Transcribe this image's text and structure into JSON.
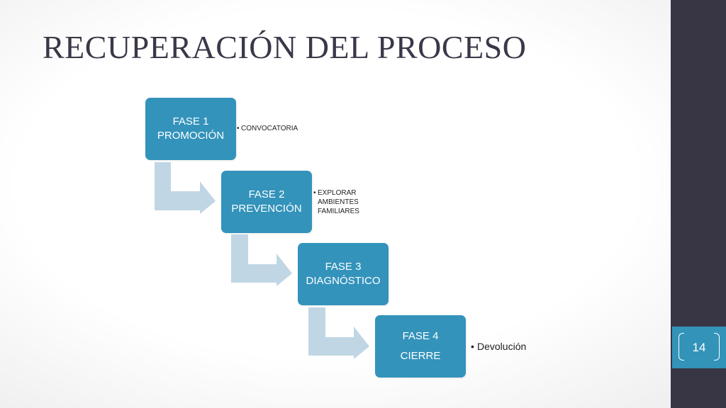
{
  "title": "RECUPERACIÓN DEL PROCESO",
  "page_number": "14",
  "phases": [
    {
      "line1": "FASE 1",
      "line2": "PROMOCIÓN",
      "bullets": [
        "CONVOCATORIA"
      ]
    },
    {
      "line1": "FASE 2",
      "line2": "PREVENCIÓN",
      "bullets": [
        "EXPLORAR AMBIENTES FAMILIARES"
      ]
    },
    {
      "line1": "FASE 3",
      "line2": "DIAGNÓSTICO",
      "bullets": []
    },
    {
      "line1": "FASE 4",
      "line2": "CIERRE",
      "bullets": [
        "Devolución"
      ]
    }
  ],
  "colors": {
    "phase_box": "#3393bb",
    "connector_arrow": "#c0d6e4",
    "sidebar": "#383645",
    "title_text": "#3a3848"
  }
}
